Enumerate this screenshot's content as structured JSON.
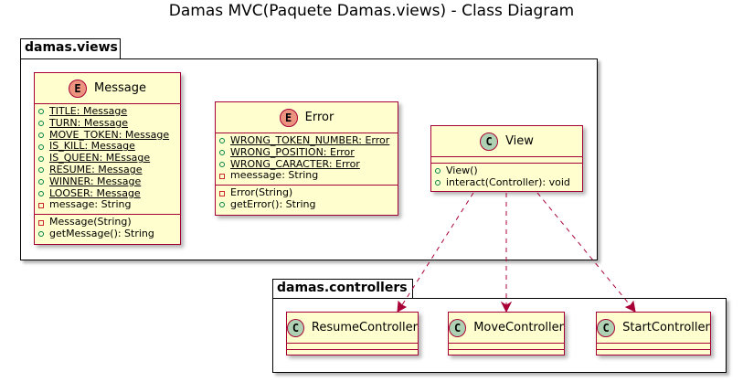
{
  "title": "Damas MVC(Paquete Damas.views) - Class Diagram",
  "packages": {
    "views": {
      "name": "damas.views"
    },
    "controllers": {
      "name": "damas.controllers"
    }
  },
  "classes": {
    "message": {
      "name": "Message",
      "stereotype": "E",
      "fields": [
        {
          "vis": "public",
          "static": true,
          "text": "TITLE: Message"
        },
        {
          "vis": "public",
          "static": true,
          "text": "TURN: Message"
        },
        {
          "vis": "public",
          "static": true,
          "text": "MOVE_TOKEN: Message"
        },
        {
          "vis": "public",
          "static": true,
          "text": "IS_KILL: Message"
        },
        {
          "vis": "public",
          "static": true,
          "text": "IS_QUEEN: MEssage"
        },
        {
          "vis": "public",
          "static": true,
          "text": "RESUME: Message"
        },
        {
          "vis": "public",
          "static": true,
          "text": "WINNER: Message"
        },
        {
          "vis": "public",
          "static": true,
          "text": "LOOSER: Message"
        },
        {
          "vis": "private",
          "static": false,
          "text": "message: String"
        }
      ],
      "methods": [
        {
          "vis": "private",
          "text": "Message(String)"
        },
        {
          "vis": "public",
          "text": "getMessage(): String"
        }
      ]
    },
    "error": {
      "name": "Error",
      "stereotype": "E",
      "fields": [
        {
          "vis": "public",
          "static": true,
          "text": "WRONG_TOKEN_NUMBER: Error"
        },
        {
          "vis": "public",
          "static": true,
          "text": "WRONG_POSITION: Error"
        },
        {
          "vis": "public",
          "static": true,
          "text": "WRONG_CARACTER: Error"
        },
        {
          "vis": "private",
          "static": false,
          "text": "meessage: String"
        }
      ],
      "methods": [
        {
          "vis": "private",
          "text": "Error(String)"
        },
        {
          "vis": "public",
          "text": "getError(): String"
        }
      ]
    },
    "view": {
      "name": "View",
      "stereotype": "C",
      "methods": [
        {
          "vis": "public",
          "text": "View()"
        },
        {
          "vis": "public",
          "text": "interact(Controller): void"
        }
      ]
    },
    "resume": {
      "name": "ResumeController",
      "stereotype": "C"
    },
    "move": {
      "name": "MoveController",
      "stereotype": "C"
    },
    "start": {
      "name": "StartController",
      "stereotype": "C"
    }
  },
  "colors": {
    "class_fill": "#FEFECE",
    "class_border": "#A80036",
    "enum_badge": "#EB937F",
    "class_badge": "#ADD1B2",
    "public_marker": "#038048",
    "private_marker": "#C82930"
  }
}
